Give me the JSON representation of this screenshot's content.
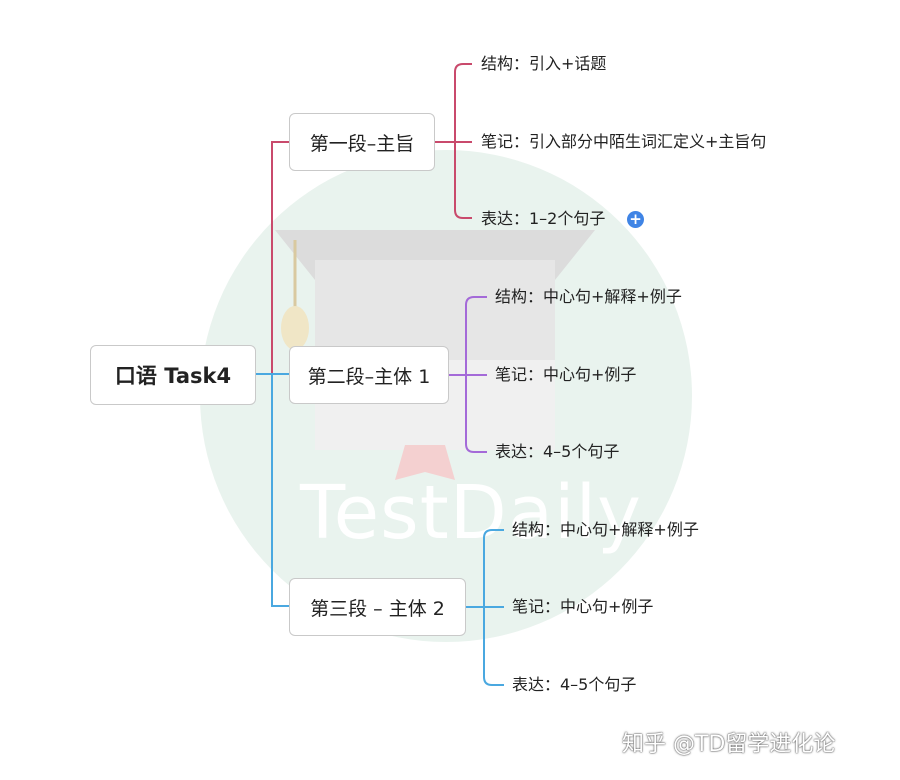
{
  "watermark": {
    "text": "TestDaily"
  },
  "root": {
    "label": "口语 Task4"
  },
  "branches": [
    {
      "label": "第一段–主旨",
      "color": "#c94a6c",
      "leaves": [
        "结构：引入+话题",
        "笔记：引入部分中陌生词汇定义+主旨句",
        "表达：1–2个句子"
      ],
      "expand_icon": "plus-circle-icon"
    },
    {
      "label": "第二段–主体 1",
      "color": "#a46ad8",
      "leaves": [
        "结构：中心句+解释+例子",
        "笔记：中心句+例子",
        "表达：4–5个句子"
      ]
    },
    {
      "label": "第三段 – 主体 2",
      "color": "#4aa8e0",
      "leaves": [
        "结构：中心句+解释+例子",
        "笔记：中心句+例子",
        "表达：4–5个句子"
      ]
    }
  ],
  "credit": {
    "text": "知乎 @TD留学进化论"
  }
}
